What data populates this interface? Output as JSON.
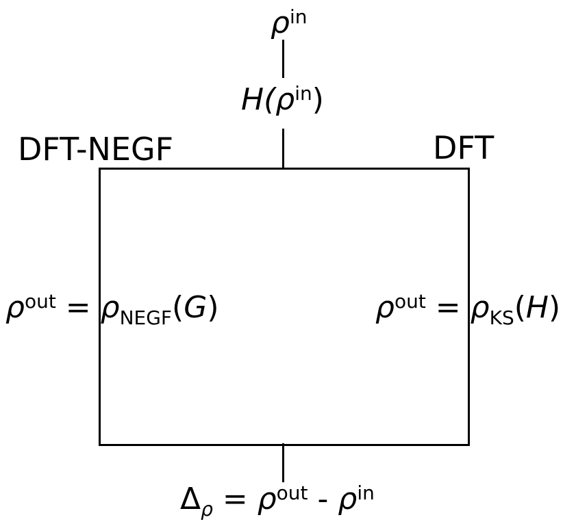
{
  "top": {
    "rho": "ρ",
    "sup": "in",
    "h_prefix": "H(",
    "h_rho": "ρ",
    "h_sup": "in",
    "h_suffix": ")"
  },
  "labels": {
    "left_title": "DFT-NEGF",
    "right_title": "DFT"
  },
  "left_formula": {
    "rho": "ρ",
    "sup": "out",
    "eq": " = ",
    "rho2": "ρ",
    "sub": "NEGF",
    "arg_open": "(",
    "arg": "G",
    "arg_close": ")"
  },
  "right_formula": {
    "rho": "ρ",
    "sup": "out",
    "eq": " = ",
    "rho2": "ρ",
    "sub": "KS",
    "arg_open": "(",
    "arg": "H",
    "arg_close": ")"
  },
  "bottom": {
    "delta": "Δ",
    "delta_sub": "ρ",
    "eq": " = ",
    "rho": "ρ",
    "sup": "out",
    "minus": " - ",
    "rho2": "ρ",
    "sup2": "in"
  }
}
